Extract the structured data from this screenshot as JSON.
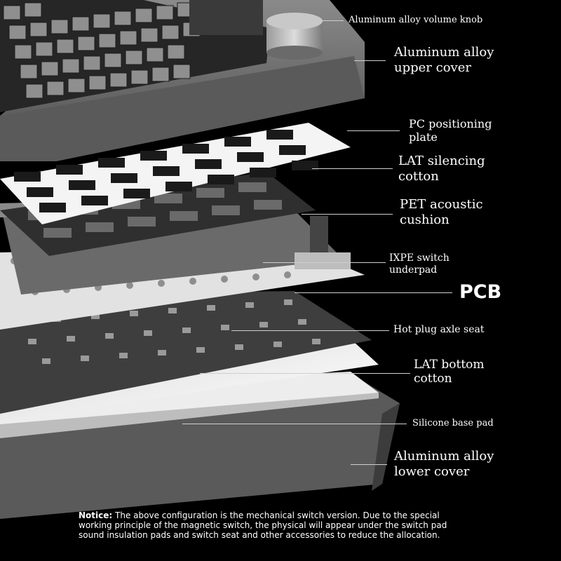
{
  "colors": {
    "background": "#000000",
    "aluminum": "#6f6f6f",
    "aluminum_dark": "#4a4a4a",
    "plate": "#f2f2f2",
    "cotton": "#3a3a3a",
    "pcb": "#555555",
    "white_pad": "#e6e6e6"
  },
  "labels": {
    "volume_knob": "Aluminum alloy volume knob",
    "upper_cover_1": "Aluminum alloy",
    "upper_cover_2": "upper cover",
    "pc_plate_1": "PC positioning",
    "pc_plate_2": "plate",
    "lat_silencing_1": "LAT silencing",
    "lat_silencing_2": "cotton",
    "pet_cushion_1": "PET acoustic",
    "pet_cushion_2": "cushion",
    "ixpe_1": "IXPE switch",
    "ixpe_2": "underpad",
    "pcb": "PCB",
    "hot_plug": "Hot plug axle seat",
    "lat_bottom_1": "LAT bottom",
    "lat_bottom_2": "cotton",
    "silicone": "Silicone base pad",
    "lower_cover_1": "Aluminum alloy",
    "lower_cover_2": "lower cover"
  },
  "notice": {
    "heading": "Notice:",
    "body": "The above configuration is the mechanical switch version. Due to the special working principle of the magnetic switch, the physical will appear under the switch pad sound insulation pads and switch seat and other accessories to reduce the allocation."
  }
}
